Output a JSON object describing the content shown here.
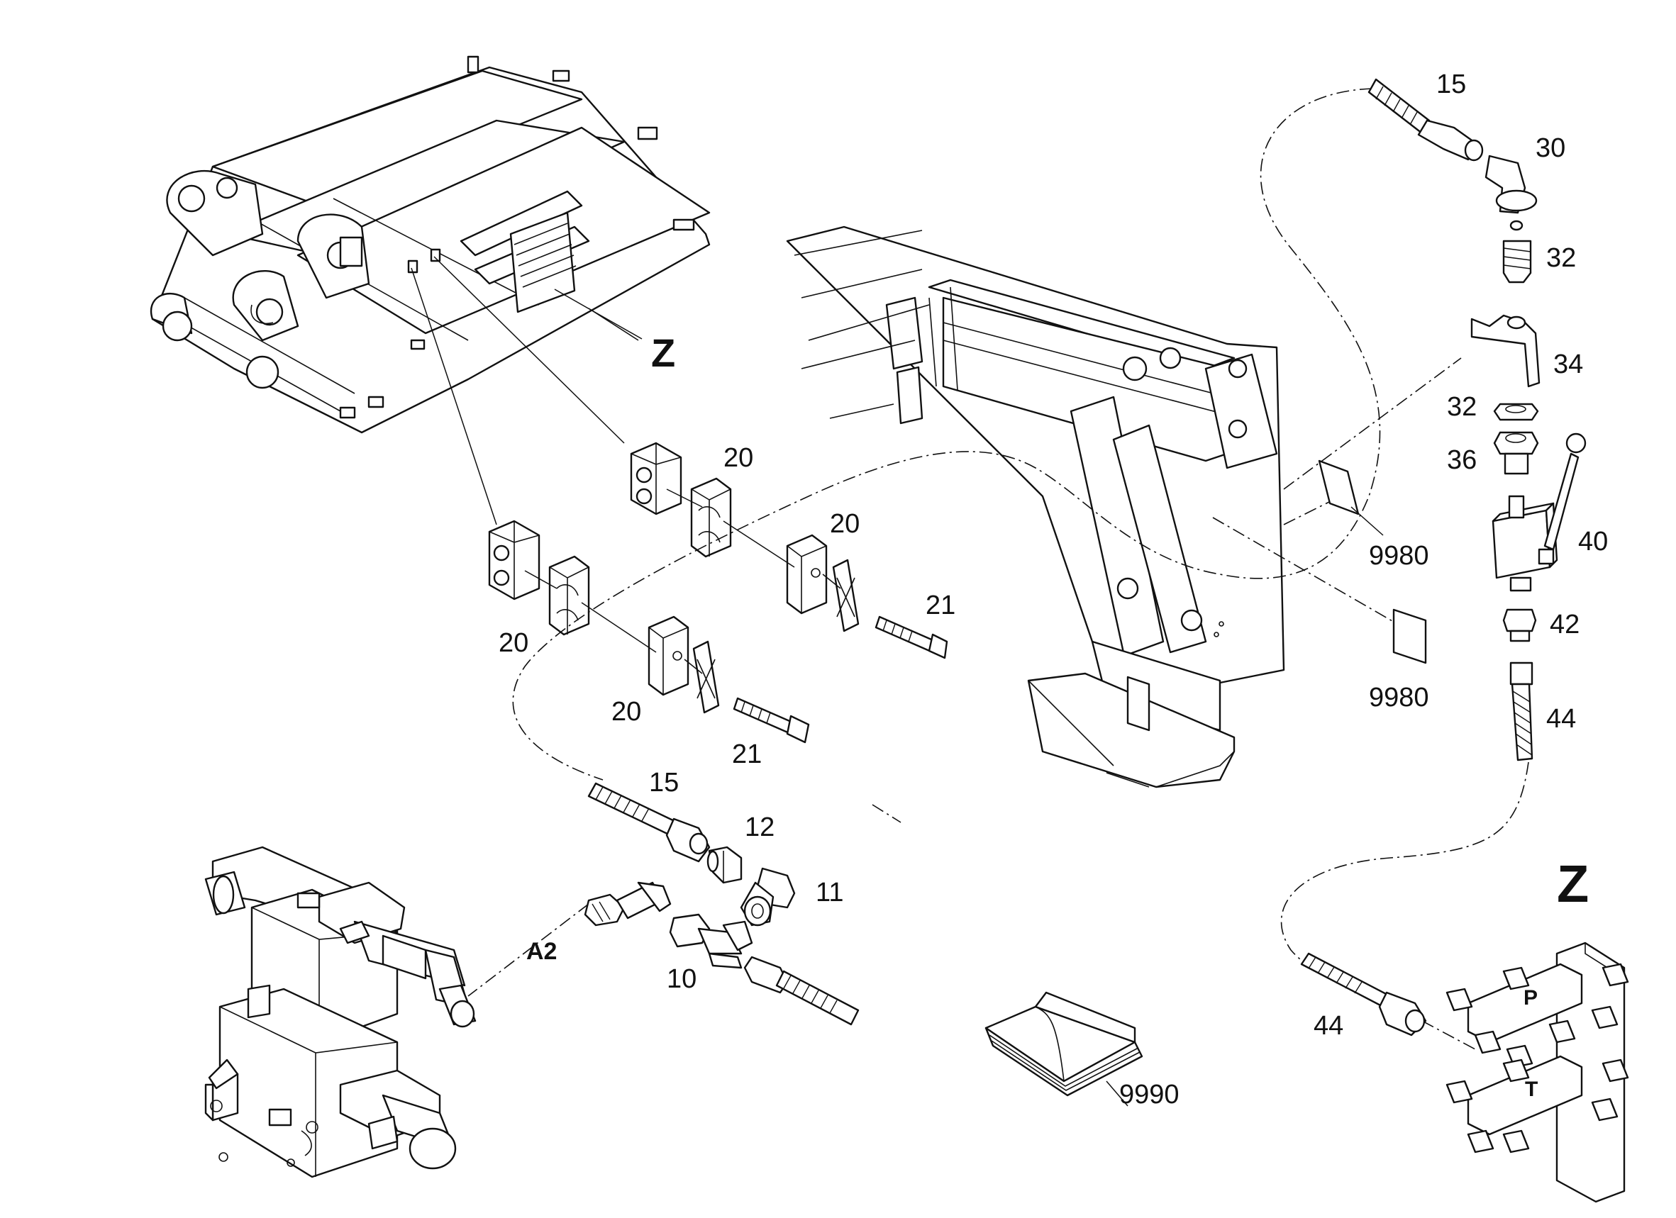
{
  "labels": {
    "z_small": "Z",
    "z_large": "Z",
    "a2": "A2",
    "port_p": "P",
    "port_t": "T",
    "p15_top": "15",
    "p30": "30",
    "p32_top": "32",
    "p34": "34",
    "p32_mid": "32",
    "p36": "36",
    "p40": "40",
    "p42": "42",
    "p44_right": "44",
    "p44_bottom": "44",
    "p9980_top": "9980",
    "p9980_bottom": "9980",
    "p9990": "9990",
    "p20_a": "20",
    "p20_b": "20",
    "p20_c": "20",
    "p20_d": "20",
    "p21_a": "21",
    "p21_b": "21",
    "p15_mid": "15",
    "p12": "12",
    "p11": "11",
    "p10": "10"
  }
}
